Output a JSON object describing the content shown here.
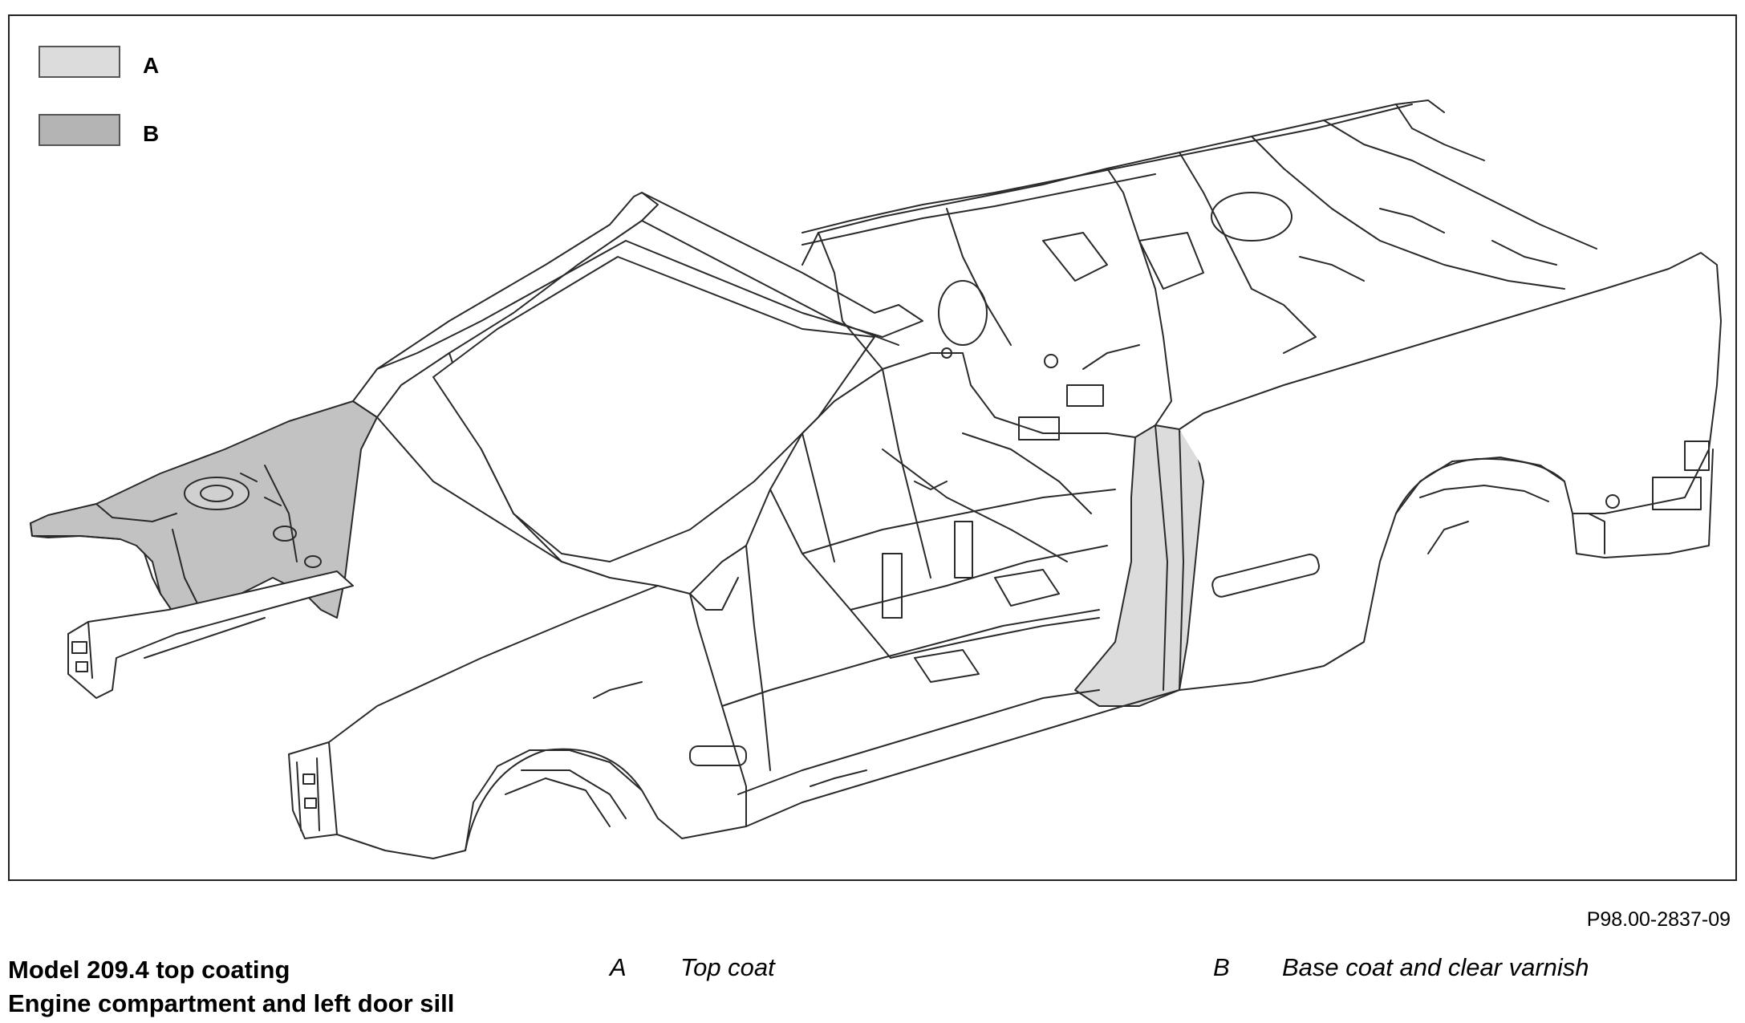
{
  "legend": {
    "items": [
      {
        "letter": "A",
        "color": "#dcdcdc"
      },
      {
        "letter": "B",
        "color": "#b4b4b4"
      }
    ]
  },
  "figure_code": "P98.00-2837-09",
  "caption": {
    "line1": "Model 209.4 top coating",
    "line2": "Engine compartment and left door sill"
  },
  "key": [
    {
      "letter": "A",
      "description": "Top coat"
    },
    {
      "letter": "B",
      "description": "Base coat and clear varnish"
    }
  ],
  "colors": {
    "line": "#2a2a2a",
    "shade_b": "#c2c2c2",
    "shade_a": "#dcdcdc"
  }
}
